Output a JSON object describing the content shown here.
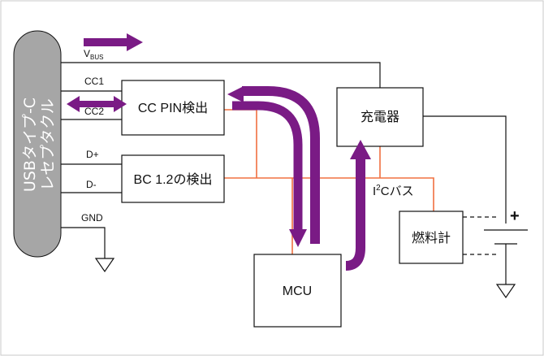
{
  "colors": {
    "wire": "#111111",
    "bus": "#f07040",
    "arrow": "#7a1b85",
    "receptacle_fill": "#a6a6a6",
    "frame": "#c8c8c8"
  },
  "receptacle": {
    "line1": "USBタイプ-C",
    "line2": "レセプタクル"
  },
  "pins": {
    "vbus": "V",
    "vbus_sub": "BUS",
    "cc1": "CC1",
    "cc2": "CC2",
    "dplus": "D+",
    "dminus": "D-",
    "gnd": "GND"
  },
  "blocks": {
    "cc_detect": "CC PIN検出",
    "bc_detect": "BC 1.2の検出",
    "charger": "充電器",
    "mcu": "MCU",
    "fuel_gauge": "燃料計"
  },
  "bus_label": {
    "i": "I",
    "sup": "2",
    "rest": "Cバス"
  },
  "battery_plus": "+"
}
